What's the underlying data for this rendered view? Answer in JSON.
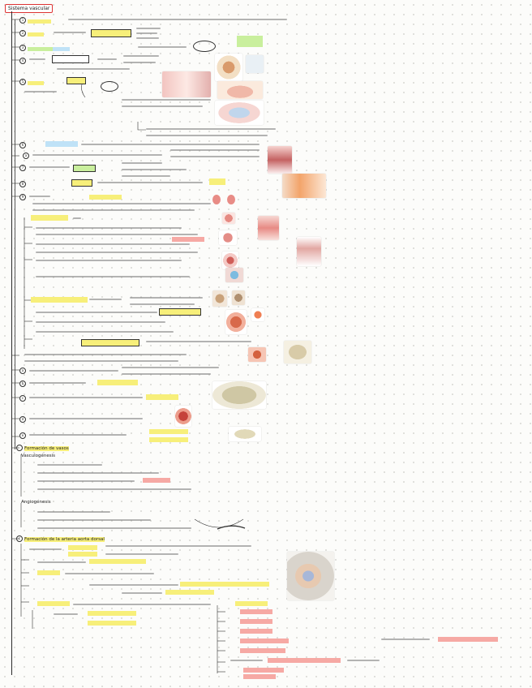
{
  "header": {
    "title": "Sistema vascular"
  },
  "sections": [
    {
      "number": "",
      "label": "Formación de vasos"
    },
    {
      "number": "",
      "label": "Vasculogénesis"
    },
    {
      "number": "",
      "label": "Angiogénesis"
    },
    {
      "number": "",
      "label": "Formación de la arteria aorta dorsal"
    }
  ],
  "colors": {
    "highlight_yellow": "#f7ef7a",
    "highlight_green": "#c9ef9d",
    "highlight_blue": "#bfe2f7",
    "highlight_red": "#f6a9a4",
    "title_border": "#d33"
  }
}
